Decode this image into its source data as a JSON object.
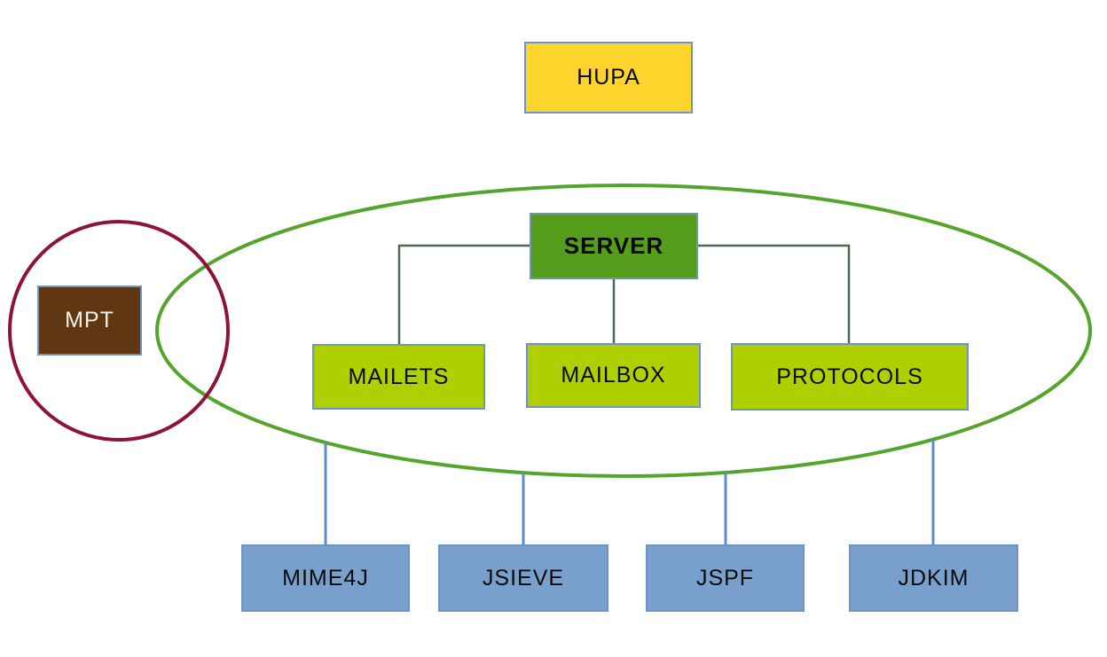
{
  "diagram": {
    "nodes": {
      "hupa": {
        "label": "HUPA",
        "fill": "#fcd42c",
        "text_color": "#0a0a0a"
      },
      "server": {
        "label": "SERVER",
        "fill": "#579d1c",
        "text_color": "#000000",
        "bold": true
      },
      "mailets": {
        "label": "MAILETS",
        "fill": "#aecf00",
        "text_color": "#0a0a0a"
      },
      "mailbox": {
        "label": "MAILBOX",
        "fill": "#aecf00",
        "text_color": "#0a0a0a"
      },
      "protocols": {
        "label": "PROTOCOLS",
        "fill": "#aecf00",
        "text_color": "#0a0a0a"
      },
      "mpt": {
        "label": "MPT",
        "fill": "#5f3813",
        "text_color": "#f6f2e7"
      },
      "mime4j": {
        "label": "MIME4J",
        "fill": "#79a0cd",
        "text_color": "#0a0a0a"
      },
      "jsieve": {
        "label": "JSIEVE",
        "fill": "#79a0cd",
        "text_color": "#0a0a0a"
      },
      "jspf": {
        "label": "JSPF",
        "fill": "#79a0cd",
        "text_color": "#0a0a0a"
      },
      "jdkim": {
        "label": "JDKIM",
        "fill": "#79a0cd",
        "text_color": "#0a0a0a"
      }
    },
    "groups": {
      "server_components_ellipse": {
        "members": [
          "server",
          "mailets",
          "mailbox",
          "protocols"
        ],
        "stroke": "#55a42c"
      },
      "mpt_circle": {
        "members": [
          "mpt"
        ],
        "stroke": "#8d1438",
        "overlaps": "server_components_ellipse"
      }
    },
    "edges": [
      {
        "from": "server",
        "to": "mailets",
        "type": "tree",
        "color": "#4d6b50"
      },
      {
        "from": "server",
        "to": "mailbox",
        "type": "tree",
        "color": "#4d6b50"
      },
      {
        "from": "server",
        "to": "protocols",
        "type": "tree",
        "color": "#4d6b50"
      },
      {
        "from": "server_components_ellipse",
        "to": "mime4j",
        "type": "dependency",
        "color": "#5f8dc9"
      },
      {
        "from": "server_components_ellipse",
        "to": "jsieve",
        "type": "dependency",
        "color": "#5f8dc9"
      },
      {
        "from": "server_components_ellipse",
        "to": "jspf",
        "type": "dependency",
        "color": "#5f8dc9"
      },
      {
        "from": "server_components_ellipse",
        "to": "jdkim",
        "type": "dependency",
        "color": "#5f8dc9"
      }
    ],
    "colors": {
      "background": "#ffffff",
      "box_border": "#6e93c4",
      "ellipse_stroke": "#55a42c",
      "circle_stroke": "#8d1438",
      "tree_connector": "#4d6b50",
      "dependency_connector": "#5f8dc9"
    }
  }
}
